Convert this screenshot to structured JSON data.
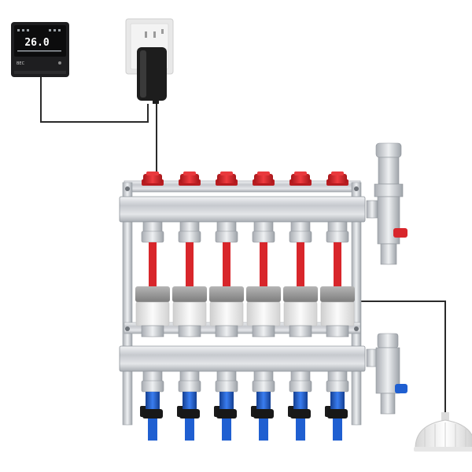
{
  "thermostat": {
    "temperature": "26.0",
    "brand": "BEC"
  },
  "manifold": {
    "loop_count": 6
  },
  "colors": {
    "supply_red": "#d8262b",
    "return_blue": "#1f5fd1",
    "steel": "#c9ccd0",
    "actuator_white": "#f2f2f2",
    "actuator_grey": "#8f8f8f",
    "brass_nickel": "#dcdde0",
    "cable": "#2a2a2a",
    "adapter_black": "#1d1d1d"
  }
}
